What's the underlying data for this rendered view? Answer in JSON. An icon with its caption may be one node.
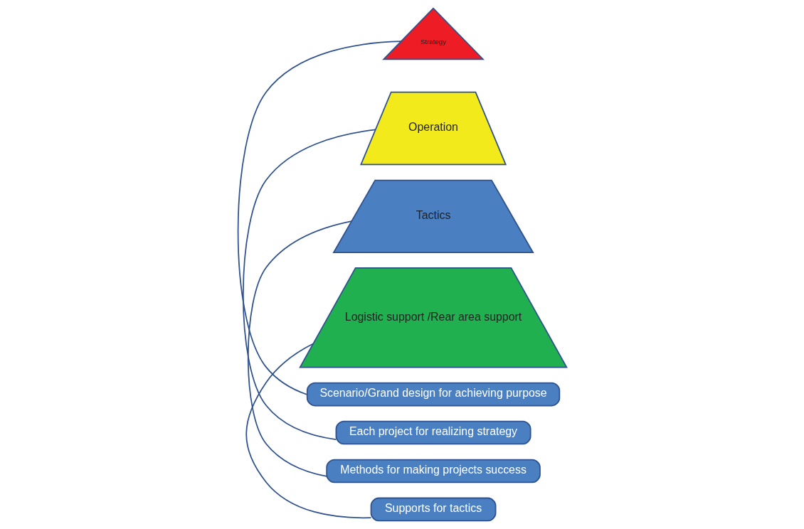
{
  "diagram": {
    "nodes": [
      {
        "text": [
          "Strategy"
        ]
      },
      {
        "text": [
          "Operation"
        ]
      },
      {
        "text": [
          "Tactics"
        ]
      },
      {
        "text": [
          "Logistic support /Rear area support"
        ]
      },
      {
        "text": [
          "Scenario/Grand design for achieving purpose"
        ]
      },
      {
        "text": [
          "Each project for realizing strategy"
        ]
      },
      {
        "text": [
          "Methods for making projects success"
        ]
      },
      {
        "text": [
          "Supports for tactics"
        ]
      }
    ],
    "edges": [
      {
        "from": 4,
        "to": 0,
        "arrow": "none"
      },
      {
        "from": 5,
        "to": 1,
        "arrow": "none"
      },
      {
        "from": 6,
        "to": 2,
        "arrow": "none"
      },
      {
        "from": 7,
        "to": 3,
        "arrow": "none"
      }
    ]
  }
}
